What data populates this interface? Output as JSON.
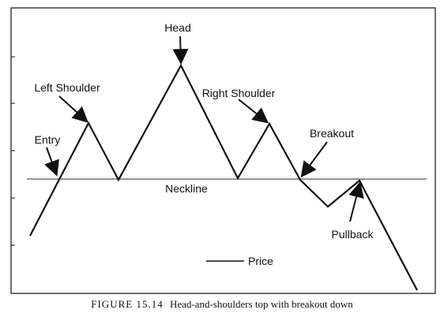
{
  "diagram": {
    "labels": {
      "head": "Head",
      "left_shoulder": "Left Shoulder",
      "right_shoulder": "Right Shoulder",
      "entry": "Entry",
      "breakout": "Breakout",
      "neckline": "Neckline",
      "pullback": "Pullback"
    },
    "legend": {
      "price": "Price"
    },
    "caption": {
      "figure_number": "FIGURE 15.14",
      "text": "Head-and-shoulders top with breakout down"
    },
    "colors": {
      "line": "#111111",
      "neckline": "#555555",
      "background": "#ffffff"
    }
  }
}
